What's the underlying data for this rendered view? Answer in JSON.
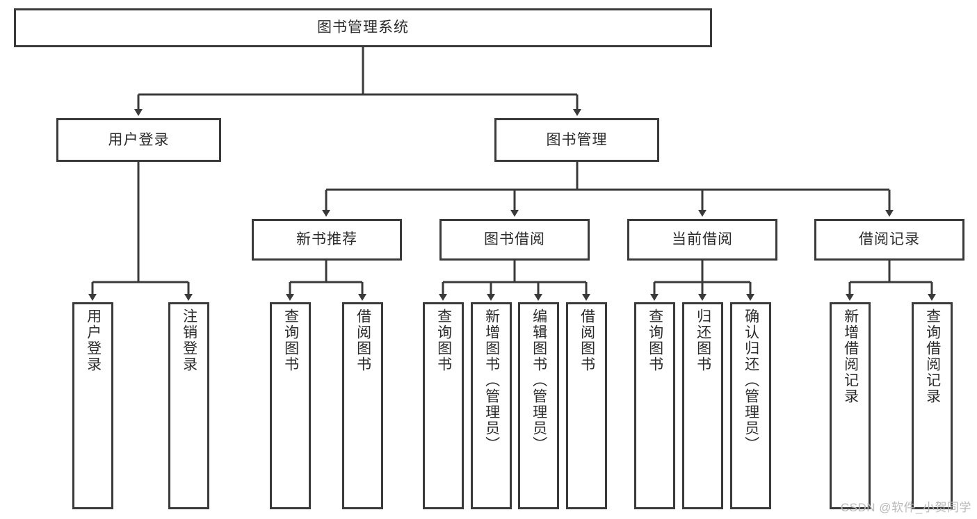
{
  "diagram": {
    "type": "tree-hierarchy",
    "title": "图书管理系统",
    "orientation": "top-down",
    "style": {
      "line_color": "#3a3a3a",
      "box_border_color": "#3a3a3a",
      "box_fill": "#ffffff",
      "text_color": "#2b2b2b",
      "background": "#ffffff",
      "watermark_color": "#b9b9b9"
    },
    "root": {
      "id": "root",
      "label": "图书管理系统",
      "orientation": "horizontal"
    },
    "level2": [
      {
        "id": "user-login",
        "label": "用户登录",
        "orientation": "horizontal"
      },
      {
        "id": "book-manage",
        "label": "图书管理",
        "orientation": "horizontal"
      }
    ],
    "level3": [
      {
        "id": "new-book-rec",
        "label": "新书推荐",
        "orientation": "horizontal"
      },
      {
        "id": "book-borrow",
        "label": "图书借阅",
        "orientation": "horizontal"
      },
      {
        "id": "current-borrow",
        "label": "当前借阅",
        "orientation": "horizontal"
      },
      {
        "id": "borrow-record",
        "label": "借阅记录",
        "orientation": "horizontal"
      }
    ],
    "leaves": {
      "user-login": [
        {
          "id": "leaf-user-login",
          "label": "用户登录",
          "orientation": "vertical"
        },
        {
          "id": "leaf-logout",
          "label": "注销登录",
          "orientation": "vertical"
        }
      ],
      "new-book-rec": [
        {
          "id": "leaf-query-book-1",
          "label": "查询图书",
          "orientation": "vertical"
        },
        {
          "id": "leaf-borrow-book-1",
          "label": "借阅图书",
          "orientation": "vertical"
        }
      ],
      "book-borrow": [
        {
          "id": "leaf-query-book-2",
          "label": "查询图书",
          "orientation": "vertical"
        },
        {
          "id": "leaf-add-book",
          "label": "新增图书（管理员）",
          "orientation": "vertical"
        },
        {
          "id": "leaf-edit-book",
          "label": "编辑图书（管理员）",
          "orientation": "vertical"
        },
        {
          "id": "leaf-borrow-book-2",
          "label": "借阅图书",
          "orientation": "vertical"
        }
      ],
      "current-borrow": [
        {
          "id": "leaf-query-book-3",
          "label": "查询图书",
          "orientation": "vertical"
        },
        {
          "id": "leaf-return-book",
          "label": "归还图书",
          "orientation": "vertical"
        },
        {
          "id": "leaf-confirm-return",
          "label": "确认归还（管理员）",
          "orientation": "vertical"
        }
      ],
      "borrow-record": [
        {
          "id": "leaf-add-record",
          "label": "新增借阅记录",
          "orientation": "vertical"
        },
        {
          "id": "leaf-query-record",
          "label": "查询借阅记录",
          "orientation": "vertical"
        }
      ]
    }
  },
  "watermark": {
    "text": "CSDN @软件_小贺同学"
  }
}
